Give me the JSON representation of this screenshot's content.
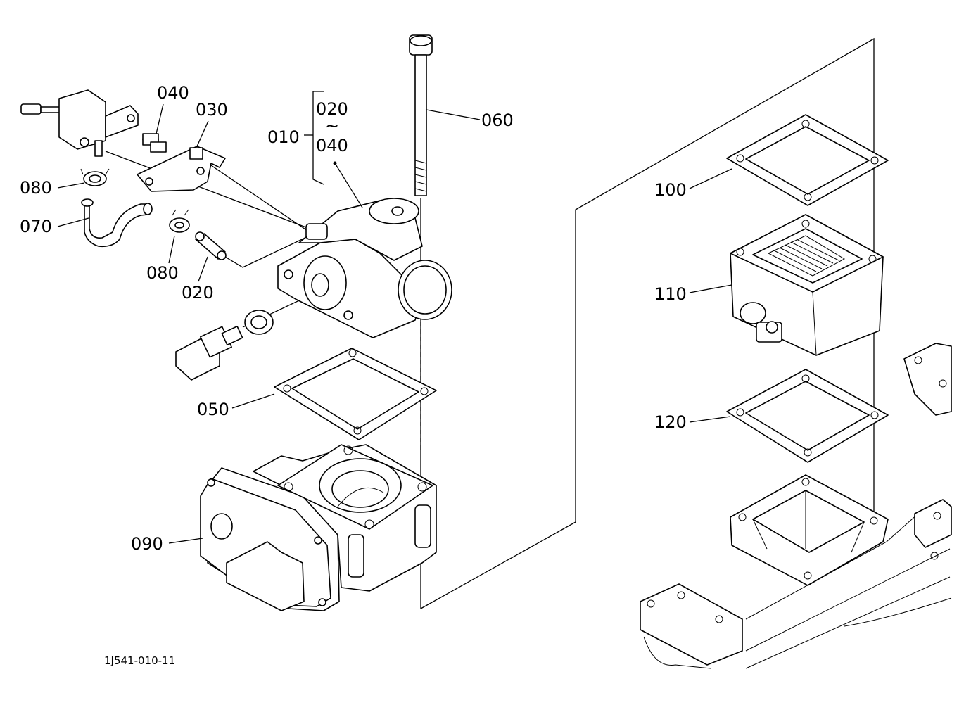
{
  "labels": {
    "p010": "010",
    "p020_top": "020",
    "tilde": "~",
    "p040_range": "040",
    "p040": "040",
    "p030": "030",
    "p060": "060",
    "p080_a": "080",
    "p070": "070",
    "p080_b": "080",
    "p020": "020",
    "p050": "050",
    "p090": "090",
    "p100": "100",
    "p110": "110",
    "p120": "120"
  },
  "diagram_code": "1J541-010-11"
}
